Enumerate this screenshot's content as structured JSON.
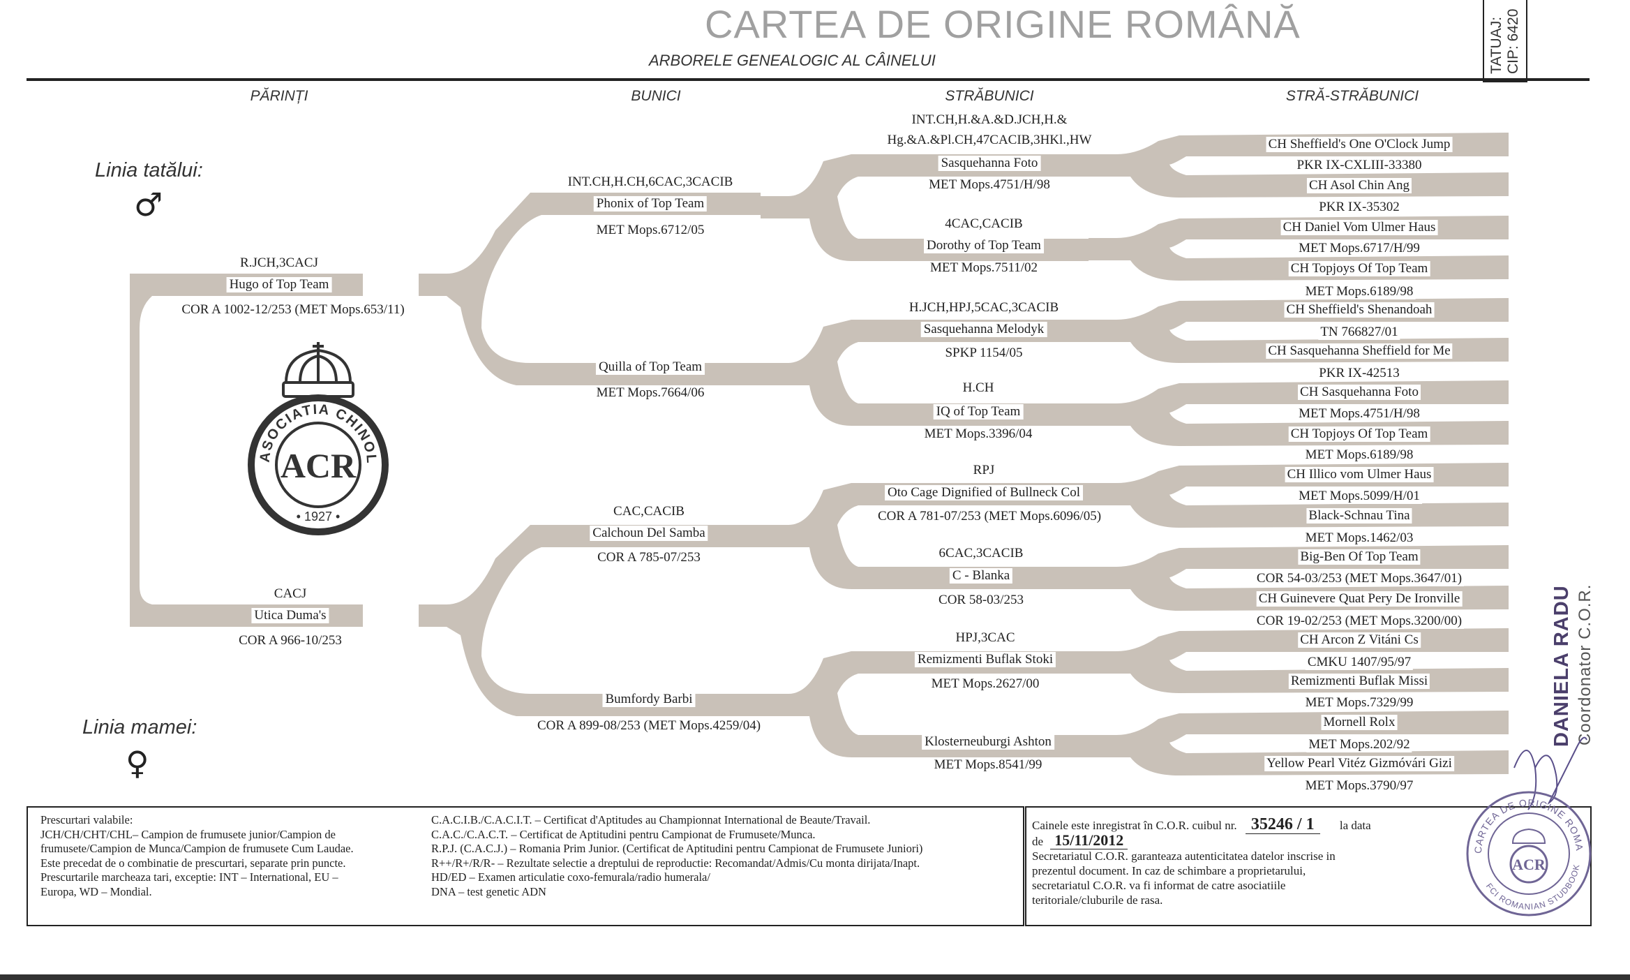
{
  "header": {
    "title": "CARTEA DE ORIGINE ROMÂNĂ",
    "subtitle": "ARBORELE GENEALOGIC AL CÂINELUI",
    "tatuaj_label": "TATUAJ:",
    "cip_label": "CIP: 6420"
  },
  "columns": {
    "parents": "PĂRINȚI",
    "grandparents": "BUNICI",
    "great_grandparents": "STRĂBUNICI",
    "great_great_grandparents": "STRĂ-STRĂBUNICI"
  },
  "lines": {
    "father": "Linia tatălui:",
    "father_symbol": "♂",
    "mother": "Linia mamei:",
    "mother_symbol": "♀"
  },
  "logo": {
    "text_arc": "ASOCIATIA CHINOLOGICA ROMANA",
    "monogram": "ACR",
    "year": "• 1927 •"
  },
  "parents": [
    {
      "titles": "R.JCH,3CACJ",
      "name": "Hugo of Top Team",
      "reg": "COR A 1002-12/253 (MET Mops.653/11)"
    },
    {
      "titles": "CACJ",
      "name": "Utica Duma's",
      "reg": "COR A 966-10/253"
    }
  ],
  "grandparents": [
    {
      "titles": "INT.CH,H.CH,6CAC,3CACIB",
      "name": "Phonix of Top Team",
      "reg": "MET Mops.6712/05"
    },
    {
      "titles": "",
      "name": "Quilla of Top Team",
      "reg": "MET Mops.7664/06"
    },
    {
      "titles": "CAC,CACIB",
      "name": "Calchoun Del Samba",
      "reg": "COR A 785-07/253"
    },
    {
      "titles": "",
      "name": "Bumfordy Barbi",
      "reg": "COR A 899-08/253 (MET Mops.4259/04)"
    }
  ],
  "great_grandparents": [
    {
      "titles": "INT.CH,H.&A.&D.JCH,H.&",
      "titles2": "Hg.&A.&Pl.CH,47CACIB,3HKl.,HW",
      "name": "Sasquehanna Foto",
      "reg": "MET Mops.4751/H/98"
    },
    {
      "titles": "4CAC,CACIB",
      "titles2": "",
      "name": "Dorothy of Top Team",
      "reg": "MET Mops.7511/02"
    },
    {
      "titles": "H.JCH,HPJ,5CAC,3CACIB",
      "titles2": "",
      "name": "Sasquehanna Melodyk",
      "reg": "SPKP 1154/05"
    },
    {
      "titles": "H.CH",
      "titles2": "",
      "name": "IQ of Top Team",
      "reg": "MET Mops.3396/04"
    },
    {
      "titles": "RPJ",
      "titles2": "",
      "name": "Oto Cage Dignified of Bullneck Col",
      "reg": "COR A 781-07/253 (MET Mops.6096/05)"
    },
    {
      "titles": "6CAC,3CACIB",
      "titles2": "",
      "name": "C - Blanka",
      "reg": "COR 58-03/253"
    },
    {
      "titles": "HPJ,3CAC",
      "titles2": "",
      "name": "Remizmenti Buflak Stoki",
      "reg": "MET Mops.2627/00"
    },
    {
      "titles": "",
      "titles2": "",
      "name": "Klosterneuburgi Ashton",
      "reg": "MET Mops.8541/99"
    }
  ],
  "great_great_grandparents": [
    {
      "name": "CH Sheffield's One O'Clock Jump",
      "reg": "PKR IX-CXLIII-33380"
    },
    {
      "name": "CH Asol Chin Ang",
      "reg": "PKR IX-35302"
    },
    {
      "name": "CH Daniel Vom Ulmer Haus",
      "reg": "MET Mops.6717/H/99"
    },
    {
      "name": "CH Topjoys Of Top Team",
      "reg": "MET Mops.6189/98"
    },
    {
      "name": "CH Sheffield's Shenandoah",
      "reg": "TN 766827/01"
    },
    {
      "name": "CH Sasquehanna Sheffield for Me",
      "reg": "PKR IX-42513"
    },
    {
      "name": "CH Sasquehanna Foto",
      "reg": "MET Mops.4751/H/98"
    },
    {
      "name": "CH Topjoys Of Top Team",
      "reg": "MET Mops.6189/98"
    },
    {
      "name": "CH Illico vom Ulmer Haus",
      "reg": "MET Mops.5099/H/01"
    },
    {
      "name": "Black-Schnau Tina",
      "reg": "MET Mops.1462/03"
    },
    {
      "name": "Big-Ben Of Top Team",
      "reg": "COR 54-03/253 (MET Mops.3647/01)"
    },
    {
      "name": "CH Guinevere Quat Pery De Ironville",
      "reg": "COR 19-02/253 (MET Mops.3200/00)"
    },
    {
      "name": "CH Arcon Z Vitáni Cs",
      "reg": "CMKU 1407/95/97"
    },
    {
      "name": "Remizmenti Buflak Missi",
      "reg": "MET Mops.7329/99"
    },
    {
      "name": "Mornell Rolx",
      "reg": "MET Mops.202/92"
    },
    {
      "name": "Yellow Pearl Vitéz Gizmóvári Gizi",
      "reg": "MET Mops.3790/97"
    }
  ],
  "notes_left": [
    "Prescurtari valabile:",
    "JCH/CH/CHT/CHL– Campion de frumusete junior/Campion de",
    "frumusete/Campion de Munca/Campion de frumusete Cum Laudae.",
    "Este precedat de o combinatie de prescurtari, separate prin puncte.",
    "Prescurtarile marcheaza tari, exceptie: INT – International, EU –",
    "Europa, WD – Mondial."
  ],
  "notes_right": [
    "C.A.C.I.B./C.A.C.I.T. – Certificat d'Aptitudes au Championnat International de Beaute/Travail.",
    "C.A.C./C.A.C.T. – Certificat de Aptitudini pentru Campionat de Frumusete/Munca.",
    "R.P.J. (C.A.C.J.) – Romania Prim Junior. (Certificat de Aptitudini pentru Campionat de Frumusete Juniori)",
    "R++/R+/R/R- – Rezultate selectie a dreptului de reproductie: Recomandat/Admis/Cu monta dirijata/Inapt.",
    "HD/ED – Examen articulatie coxo-femurala/radio humerala/",
    "DNA – test genetic ADN"
  ],
  "registration": {
    "text1": "Cainele este inregistrat în C.O.R. cuibul nr.",
    "number": "35246 / 1",
    "text2": "la data",
    "text3": "de",
    "date": "15/11/2012",
    "body": [
      "Secretariatul C.O.R. garanteaza autenticitatea datelor inscrise in",
      "prezentul document. In caz de schimbare a proprietarului,",
      "secretariatul C.O.R. va fi informat de catre asociatiile",
      "teritoriale/cluburile de rasa."
    ]
  },
  "signature": {
    "name": "DANIELA RADU",
    "role": "Coordonator C.O.R."
  },
  "stamp": {
    "top_text": "CARTEA DE ORIGINE ROMANA",
    "bottom_text": "FCI ROMANIAN STUDBOOK"
  }
}
